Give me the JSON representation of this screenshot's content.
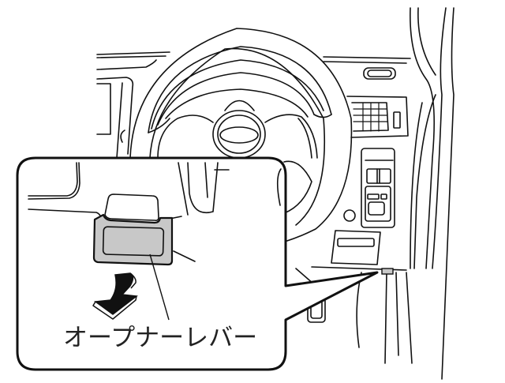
{
  "figure": {
    "subject": "Vehicle driver-side dashboard line illustration",
    "callout": {
      "label": "オープナーレバー",
      "label_en_meaning": "Opener lever"
    },
    "colors": {
      "line": "#111111",
      "lever_fill": "#c8c8c8",
      "background": "#ffffff"
    }
  }
}
